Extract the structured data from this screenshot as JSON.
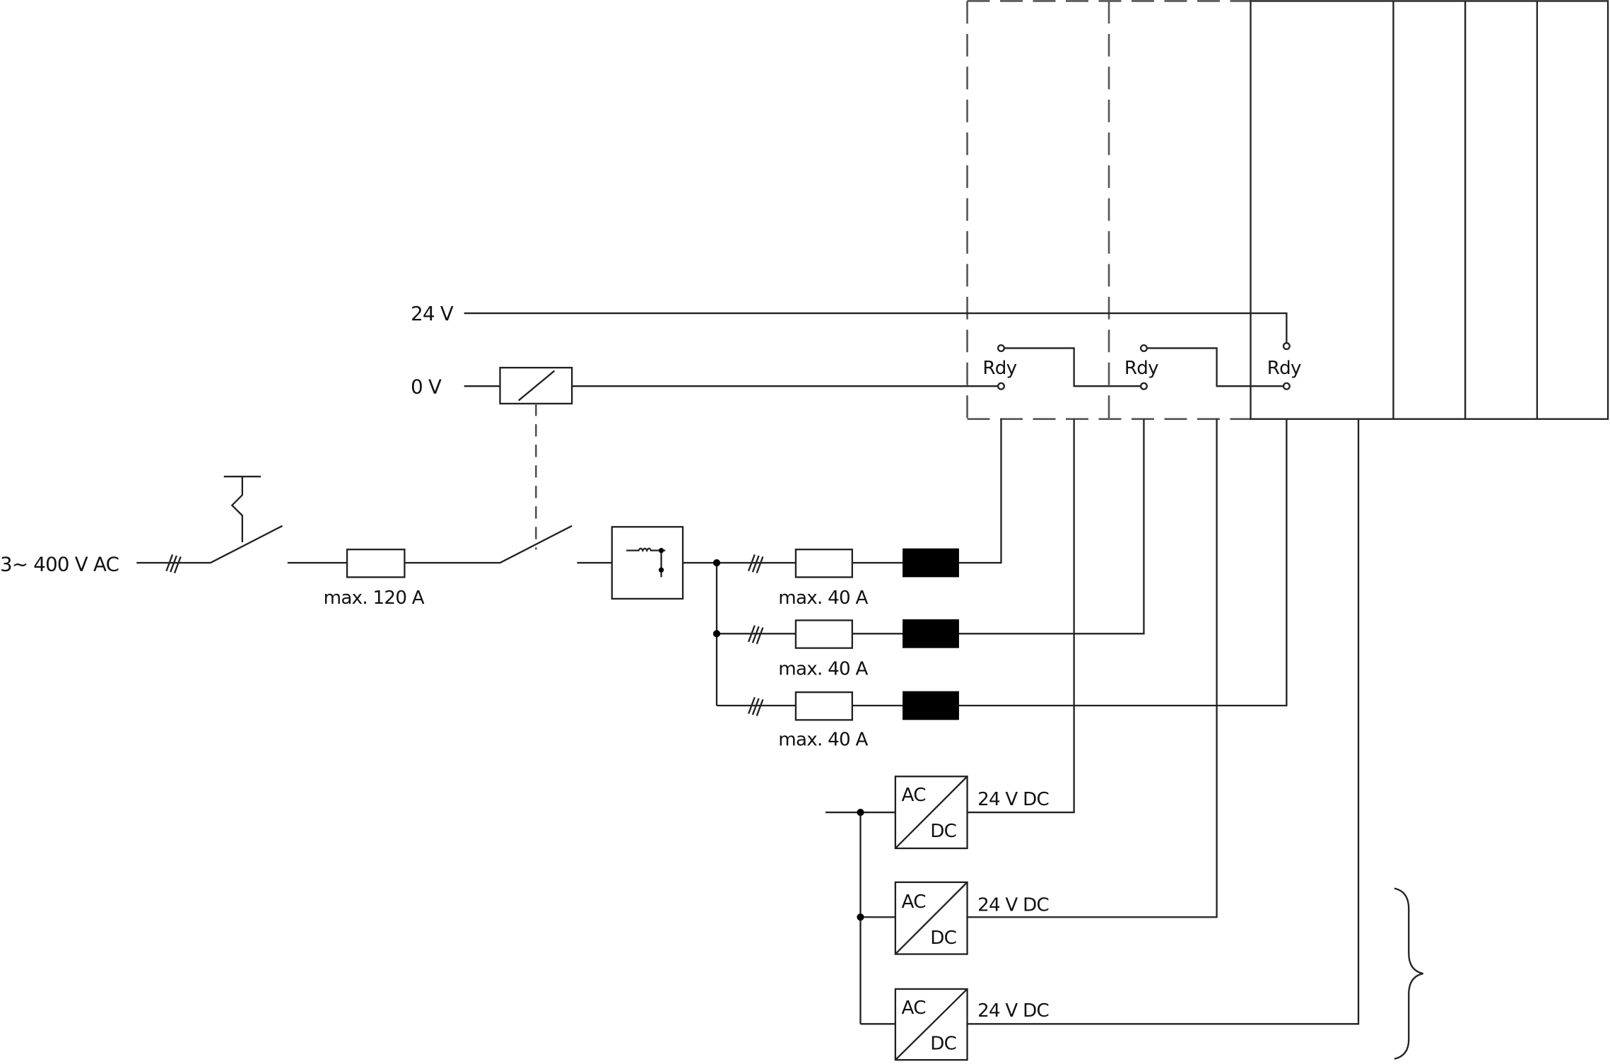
{
  "supply": {
    "label": "3~ 400 V AC"
  },
  "rails": {
    "v24": "24 V",
    "v0": "0 V"
  },
  "main_fuse": {
    "label": "max. 120 A"
  },
  "branch_fuses": [
    {
      "label": "max. 40 A"
    },
    {
      "label": "max. 40 A"
    },
    {
      "label": "max. 40 A"
    }
  ],
  "ready_contacts": [
    {
      "label": "Rdy"
    },
    {
      "label": "Rdy"
    },
    {
      "label": "Rdy"
    }
  ],
  "power_supplies": [
    {
      "in": "AC",
      "out": "DC",
      "label": "24 V DC"
    },
    {
      "in": "AC",
      "out": "DC",
      "label": "24 V DC"
    },
    {
      "in": "AC",
      "out": "DC",
      "label": "24 V DC"
    }
  ]
}
